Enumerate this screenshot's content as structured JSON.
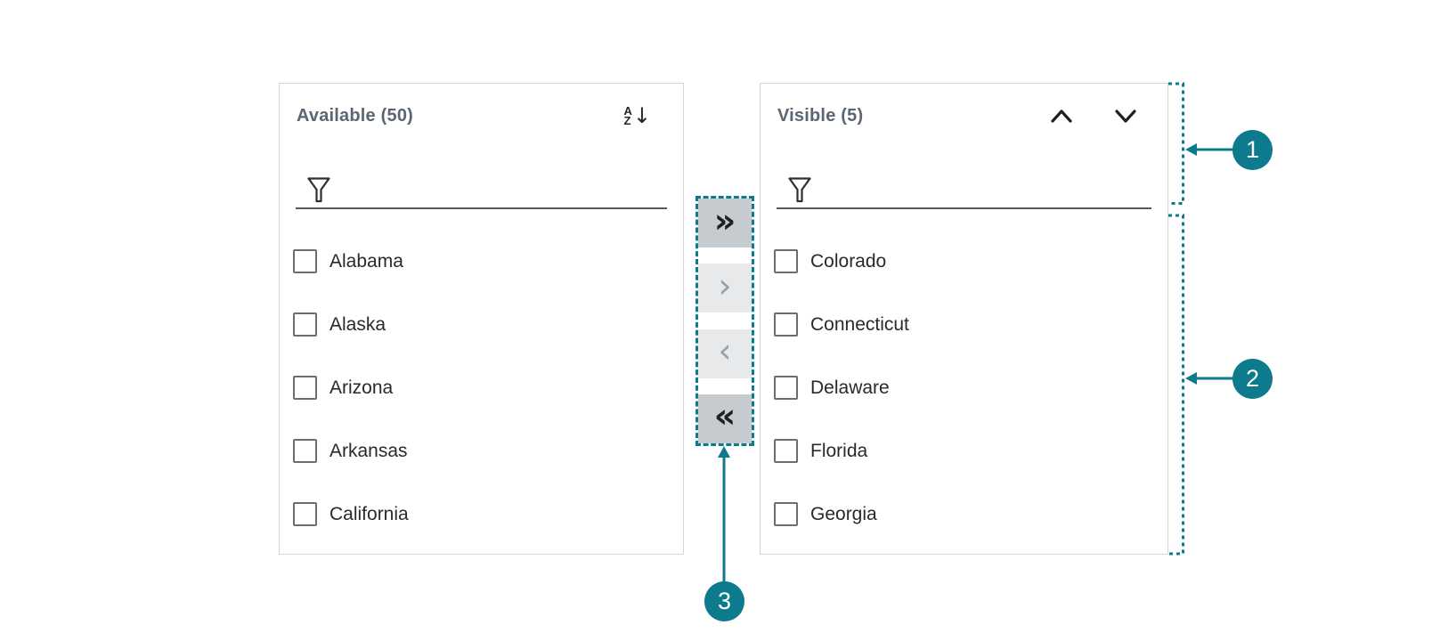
{
  "colors": {
    "accent_teal": "#0e7a8d",
    "panel_border": "#d3d6d9",
    "button_enabled_bg": "#c6cbd0",
    "button_disabled_bg": "#e7e9ea",
    "title_text": "#5c6670",
    "item_text": "#262a2e"
  },
  "available_panel": {
    "title": "Available (50)",
    "sort_icon": {
      "top": "A",
      "bottom": "Z",
      "arrow": "↓"
    },
    "filter": {
      "value": "",
      "placeholder": ""
    },
    "items": [
      {
        "label": "Alabama",
        "checked": false
      },
      {
        "label": "Alaska",
        "checked": false
      },
      {
        "label": "Arizona",
        "checked": false
      },
      {
        "label": "Arkansas",
        "checked": false
      },
      {
        "label": "California",
        "checked": false
      }
    ]
  },
  "visible_panel": {
    "title": "Visible (5)",
    "filter": {
      "value": "",
      "placeholder": ""
    },
    "items": [
      {
        "label": "Colorado",
        "checked": false
      },
      {
        "label": "Connecticut",
        "checked": false
      },
      {
        "label": "Delaware",
        "checked": false
      },
      {
        "label": "Florida",
        "checked": false
      },
      {
        "label": "Georgia",
        "checked": false
      }
    ]
  },
  "transfer": {
    "buttons": [
      {
        "id": "move-all-right",
        "glyph": "»",
        "enabled": true
      },
      {
        "id": "move-right",
        "glyph": "›",
        "enabled": false
      },
      {
        "id": "move-left",
        "glyph": "‹",
        "enabled": false
      },
      {
        "id": "move-all-left",
        "glyph": "«",
        "enabled": true
      }
    ]
  },
  "annotations": {
    "callout_1": "1",
    "callout_2": "2",
    "callout_3": "3"
  }
}
